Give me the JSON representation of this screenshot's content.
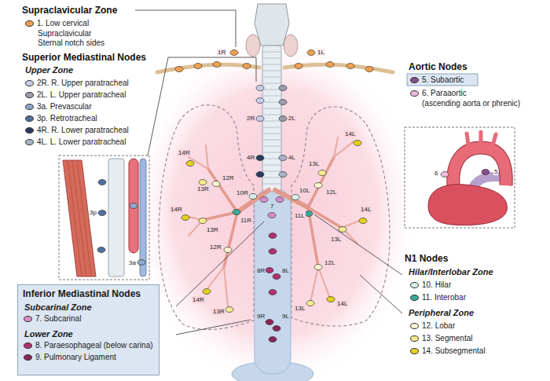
{
  "diagram": {
    "nodes": [
      {
        "text": [
          "Inferior Mediastinal Nodes",
          "Subcarinal Zone",
          "Lower Zone"
        ]
      }
    ],
    "labels": [
      "Supraclavicular Zone",
      "Supraclavicular",
      "Sternal notch sides",
      "Superior Mediastinal Nodes",
      "Upper Zone",
      "Aortic Nodes",
      "(ascending aorta or phrenic)",
      "N1 Nodes",
      "Hilar/Interlobar Zone",
      "Peripheral Zone",
      "3p",
      "3a",
      "6",
      "5",
      "1R",
      "1L",
      "2R",
      "2L",
      "4R",
      "4L",
      "10R",
      "11R",
      "10L",
      "11L",
      "7",
      "8R",
      "8L",
      "9R",
      "9L",
      "12R",
      "13R",
      "14R",
      "14R",
      "13R",
      "12R",
      "14R",
      "13R",
      "12L",
      "13L",
      "14L",
      "14L",
      "13L",
      "12L",
      "14L",
      "13L"
    ],
    "legend": [
      {
        "text": "1. Low cervical",
        "color": "#f0a050"
      },
      {
        "text": "2R. R. Upper paratracheal",
        "color": "#c9cde8"
      },
      {
        "text": "2L. L. Upper paratracheal",
        "color": "#9c9cab"
      },
      {
        "text": "3a. Prevascular",
        "color": "#8ea7cc"
      },
      {
        "text": "3p. Retrotracheal",
        "color": "#4f6f9f"
      },
      {
        "text": "4R. R. Lower paratracheal",
        "color": "#2b3a62"
      },
      {
        "text": "4L. L. Lower paratracheal",
        "color": "#a9b2c9"
      },
      {
        "text": "5. Subaortic",
        "color": "#8c4a8e"
      },
      {
        "text": "6. Paraaortic",
        "color": "#f2b8d9"
      },
      {
        "text": "7. Subcarinal",
        "color": "#d98bc9"
      },
      {
        "text": "8. Paraesophageal (below carina)",
        "color": "#b2306e"
      },
      {
        "text": "9. Pulmonary Ligament",
        "color": "#8a2455"
      },
      {
        "text": "10. Hilar",
        "color": "#d6f0e8"
      },
      {
        "text": "11. Interobar",
        "color": "#3aa999"
      },
      {
        "text": "12. Lobar",
        "color": "#fbf6cf"
      },
      {
        "text": "13. Segmental",
        "color": "#f4ec8c"
      },
      {
        "text": "14. Subsegmental",
        "color": "#e5d21e"
      }
    ]
  }
}
